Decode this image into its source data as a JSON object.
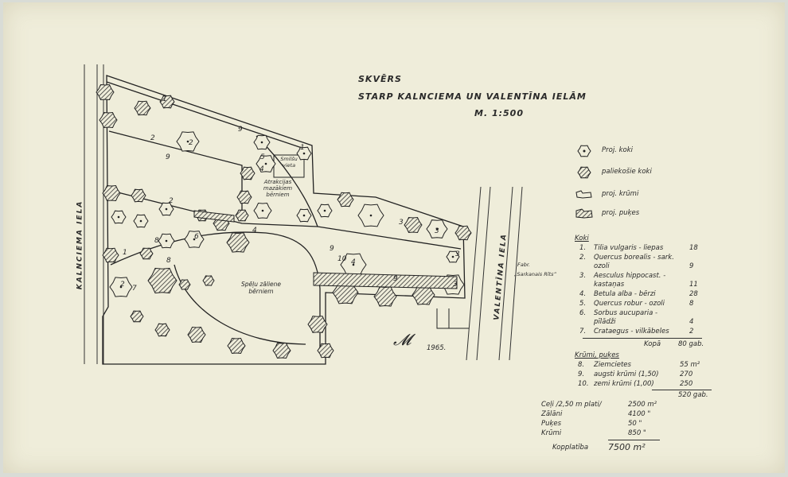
{
  "title": {
    "line1": "SKVĒRS",
    "line2": "STARP KALNCIEMA UN VALENTĪNA IELĀM",
    "scale": "M. 1:500"
  },
  "streets": {
    "left": "KALNCIEMA IELA",
    "right": "VALENTĪNA IELA"
  },
  "areas": {
    "play": "Atrakcijas mazākiem bērniem",
    "sandbox": "Smilšu vieta",
    "lawn": "Spēļu zāliene bērniem",
    "factory_line1": "Fabr.",
    "factory_line2": "„Sarkanais Rīts”"
  },
  "legend": [
    {
      "icon": "projected-tree-icon",
      "label": "Proj. koki"
    },
    {
      "icon": "existing-tree-icon",
      "label": "paliekošie koki"
    },
    {
      "icon": "shrub-icon",
      "label": "proj. krūmi"
    },
    {
      "icon": "flower-icon",
      "label": "proj. puķes"
    }
  ],
  "trees": {
    "heading": "Koki",
    "items": [
      {
        "no": "1.",
        "name": "Tilia vulgaris - liepas",
        "count": "18"
      },
      {
        "no": "2.",
        "name": "Quercus borealis - sark. ozoli",
        "count": "9"
      },
      {
        "no": "3.",
        "name": "Aesculus hippocast. - kastaņas",
        "count": "11"
      },
      {
        "no": "4.",
        "name": "Betula alba - bērzi",
        "count": "28"
      },
      {
        "no": "5.",
        "name": "Quercus robur - ozoli",
        "count": "8"
      },
      {
        "no": "6.",
        "name": "Sorbus aucuparia - pīlādži",
        "count": "4"
      },
      {
        "no": "7.",
        "name": "Crataegus - vilkābeles",
        "count": "2"
      }
    ],
    "total_label": "Kopā",
    "total": "80 gab."
  },
  "shrubs": {
    "heading": "Krūmi, puķes",
    "items": [
      {
        "no": "8.",
        "name": "Ziemcietes",
        "count": "55 m²"
      },
      {
        "no": "9.",
        "name": "augsti krūmi (1,50)",
        "count": "270"
      },
      {
        "no": "10.",
        "name": "zemi krūmi (1,00)",
        "count": "250"
      }
    ],
    "total": "520 gab."
  },
  "areas_table": {
    "rows": [
      {
        "label": "Ceļi /2,50 m plati/",
        "value": "2500 m²"
      },
      {
        "label": "Zālāni",
        "value": "4100 \""
      },
      {
        "label": "Puķes",
        "value": "50 \""
      },
      {
        "label": "Krūmi",
        "value": "850 \""
      }
    ],
    "total_label": "Kopplatība",
    "total": "7500 m²"
  },
  "signature": {
    "year": "1965."
  },
  "plan_labels": [
    "1",
    "9",
    "2",
    "9",
    "2",
    "4",
    "5",
    "1",
    "2",
    "6",
    "8",
    "7",
    "2",
    "4",
    "10",
    "3",
    "3",
    "3",
    "9",
    "4",
    "9",
    "3",
    "8",
    "1"
  ]
}
